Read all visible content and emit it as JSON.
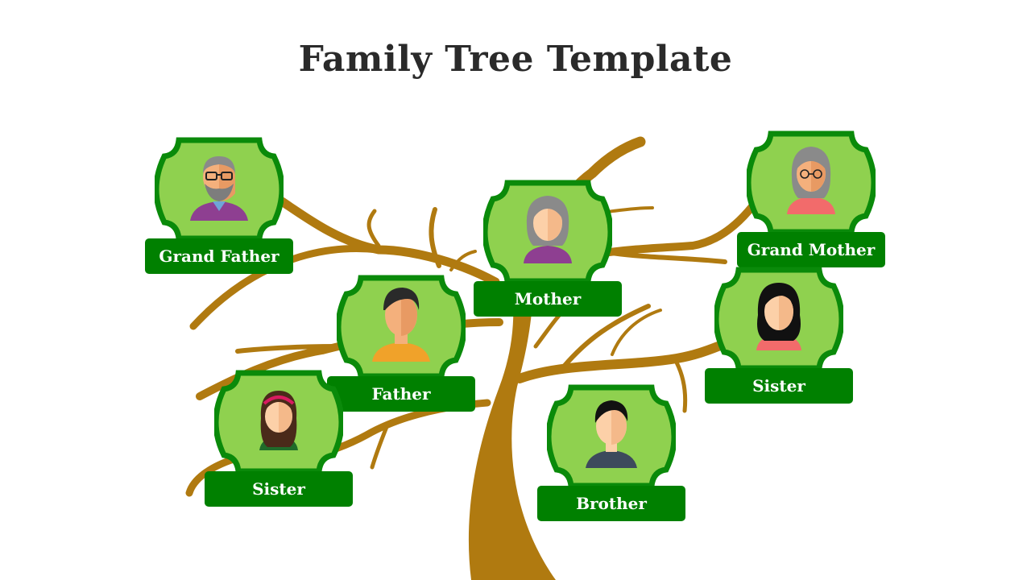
{
  "title": "Family Tree Template",
  "colors": {
    "trunk": "#b07a10",
    "frame_border": "#0a8a0a",
    "frame_fill": "#8fd14f",
    "label_bg": "#008000",
    "label_text": "#ffffff"
  },
  "members": [
    {
      "label": "Grand Father",
      "icon": "grandfather-avatar-icon"
    },
    {
      "label": "Grand Mother",
      "icon": "grandmother-avatar-icon"
    },
    {
      "label": "Mother",
      "icon": "mother-avatar-icon"
    },
    {
      "label": "Father",
      "icon": "father-avatar-icon"
    },
    {
      "label": "Sister",
      "icon": "sister-avatar-icon"
    },
    {
      "label": "Sister",
      "icon": "sister-avatar-icon"
    },
    {
      "label": "Brother",
      "icon": "brother-avatar-icon"
    }
  ]
}
